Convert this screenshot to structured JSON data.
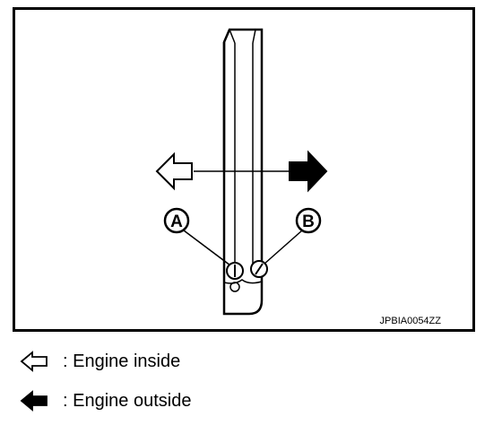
{
  "figure": {
    "callouts": [
      {
        "id": "A",
        "label": "A"
      },
      {
        "id": "B",
        "label": "B"
      }
    ],
    "code": "JPBIA0054ZZ"
  },
  "legend": [
    {
      "icon": "hollow-left-arrow-icon",
      "text": ": Engine inside"
    },
    {
      "icon": "solid-left-arrow-icon",
      "text": ": Engine outside"
    }
  ],
  "colors": {
    "line": "#000000",
    "background": "#ffffff"
  }
}
